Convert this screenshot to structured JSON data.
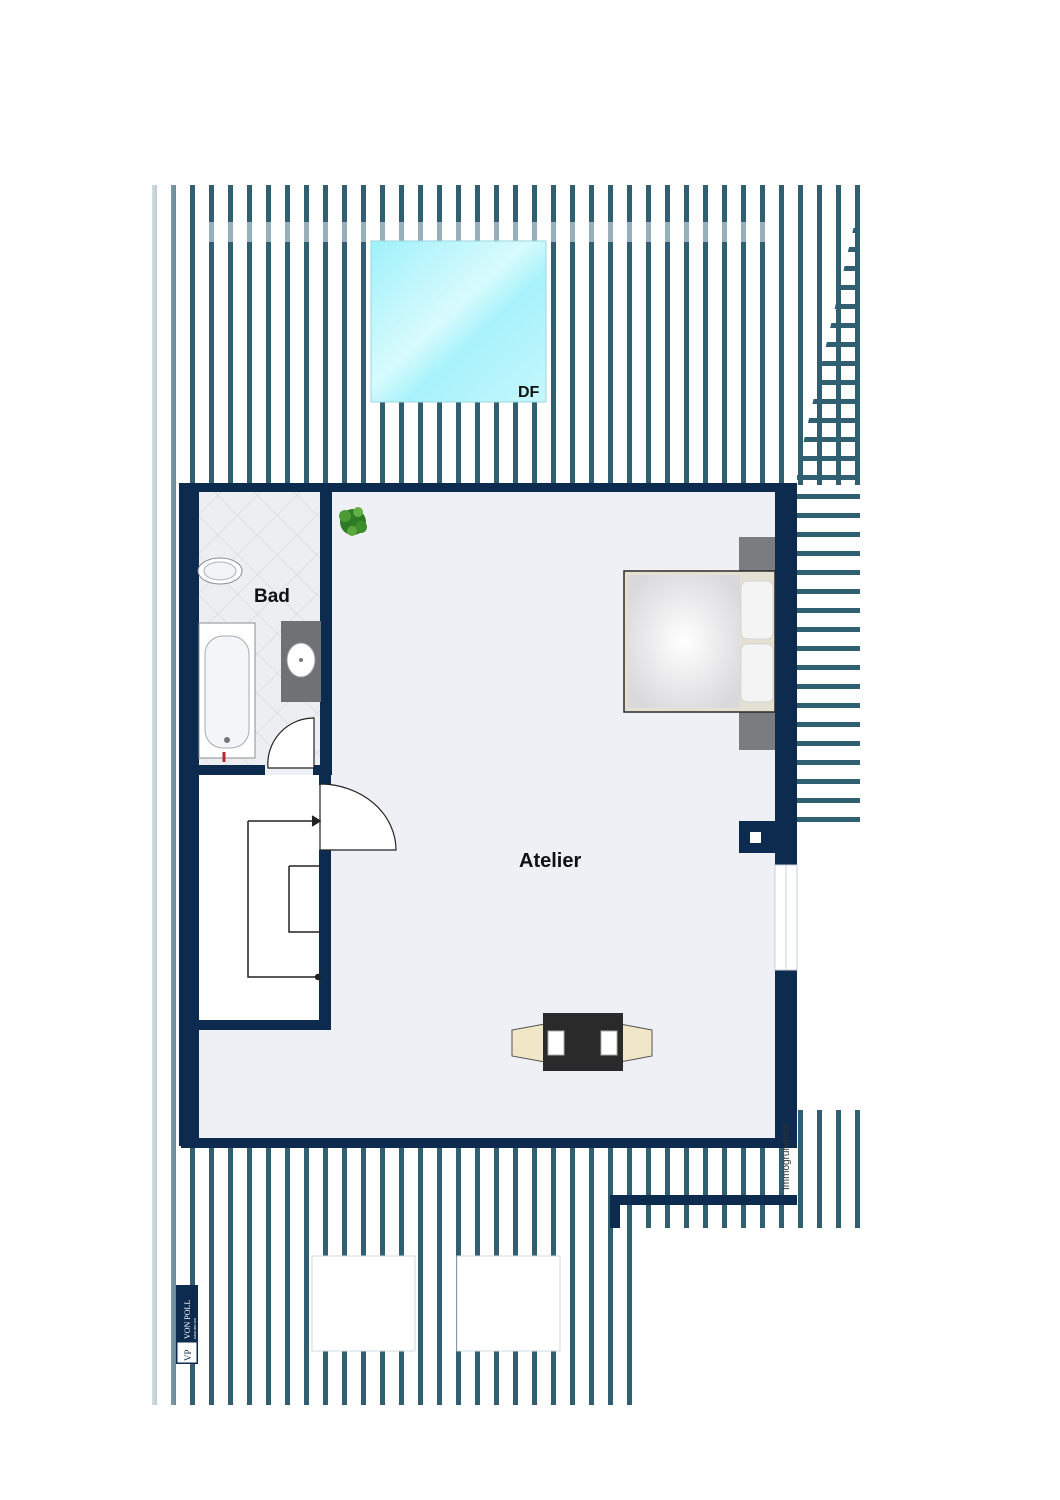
{
  "floorplan": {
    "rooms": {
      "atelier": "Atelier",
      "bad": "Bad"
    },
    "window_labels": {
      "skylight": "DF"
    },
    "credit": "Immogrundriss",
    "brand": {
      "name": "VON POLL",
      "sub": "IMMOBILIEN",
      "monogram": "VP"
    }
  },
  "colors": {
    "wall": "#0d2a4f",
    "roof_stripe": "#2f5f70",
    "floor": "#eff0f5",
    "skylight": "#aaf4fb",
    "bath_tile": "#eceef2"
  },
  "icons": [
    "plant-icon",
    "bed-icon",
    "table-chairs-icon",
    "toilet-icon",
    "bathtub-icon",
    "sink-icon",
    "stairs-icon",
    "door-icon",
    "chimney-icon"
  ]
}
